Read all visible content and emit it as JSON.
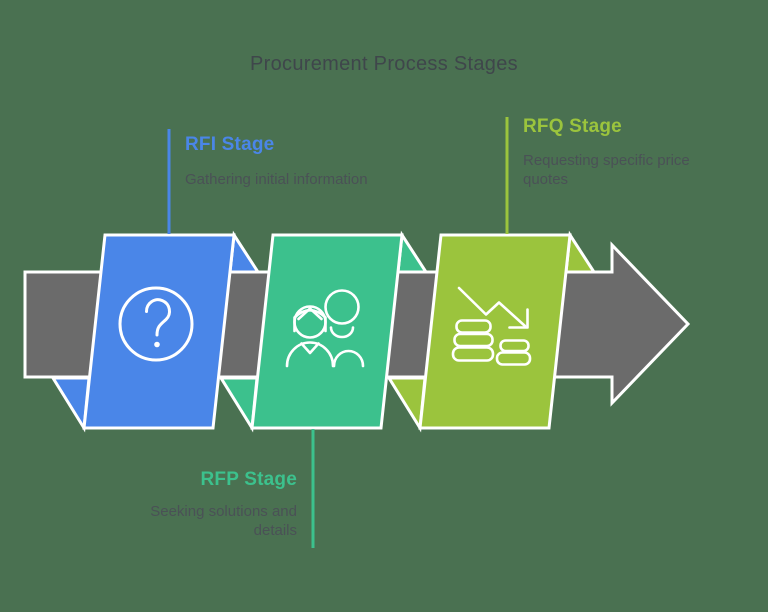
{
  "title": "Procurement Process Stages",
  "colors": {
    "background": "#4a7151",
    "arrow_gray": "#6b6b6b",
    "outline_white": "#ffffff",
    "title_text": "#3f464b",
    "description_text": "#4a5156"
  },
  "stages": [
    {
      "id": "rfi",
      "label": "RFI Stage",
      "description": "Gathering initial information",
      "color": "#4a86e8",
      "icon": "question-mark-icon"
    },
    {
      "id": "rfp",
      "label": "RFP Stage",
      "description": "Seeking solutions and details",
      "color": "#3cc18d",
      "icon": "people-icon"
    },
    {
      "id": "rfq",
      "label": "RFQ Stage",
      "description": "Requesting specific price quotes",
      "color": "#9bc43d",
      "icon": "coins-trend-down-icon"
    }
  ]
}
